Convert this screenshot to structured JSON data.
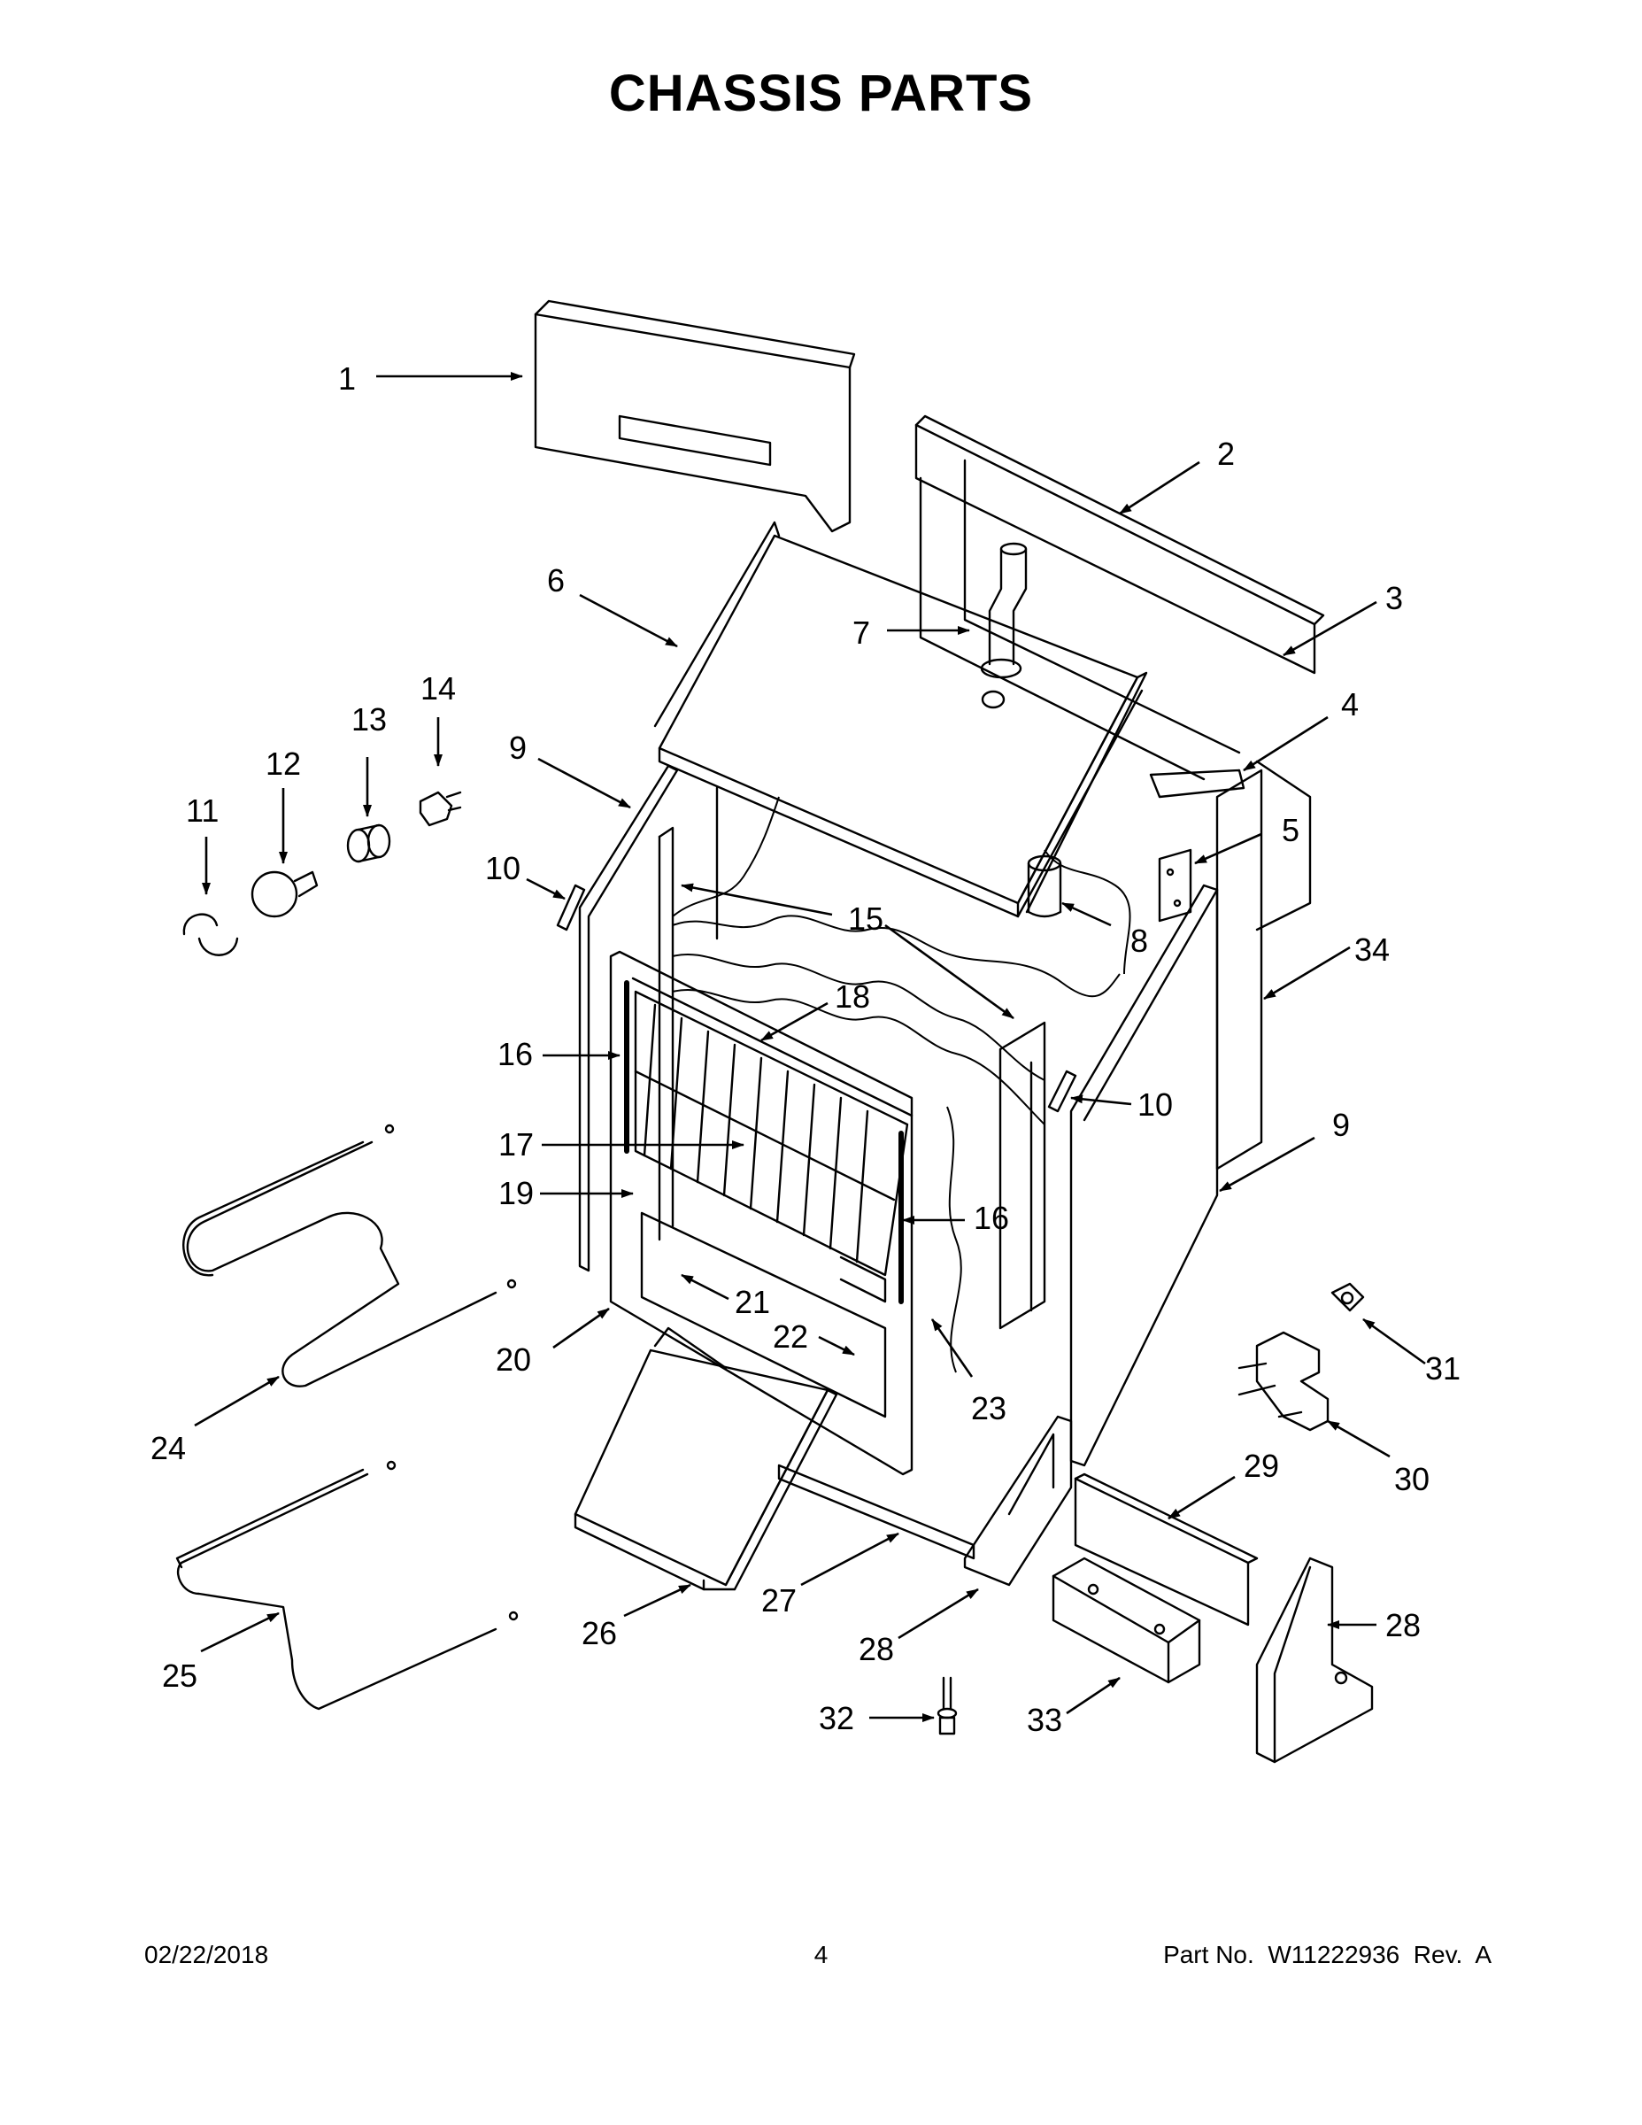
{
  "title": "CHASSIS PARTS",
  "footer": {
    "date": "02/22/2018",
    "page": "4",
    "part_no": "Part No.  W11222936  Rev.  A"
  },
  "callouts": [
    {
      "id": "c1",
      "label": "1"
    },
    {
      "id": "c2",
      "label": "2"
    },
    {
      "id": "c3",
      "label": "3"
    },
    {
      "id": "c4",
      "label": "4"
    },
    {
      "id": "c5",
      "label": "5"
    },
    {
      "id": "c6",
      "label": "6"
    },
    {
      "id": "c7",
      "label": "7"
    },
    {
      "id": "c8",
      "label": "8"
    },
    {
      "id": "c9a",
      "label": "9"
    },
    {
      "id": "c9b",
      "label": "9"
    },
    {
      "id": "c10a",
      "label": "10"
    },
    {
      "id": "c10b",
      "label": "10"
    },
    {
      "id": "c11",
      "label": "11"
    },
    {
      "id": "c12",
      "label": "12"
    },
    {
      "id": "c13",
      "label": "13"
    },
    {
      "id": "c14",
      "label": "14"
    },
    {
      "id": "c15",
      "label": "15"
    },
    {
      "id": "c16a",
      "label": "16"
    },
    {
      "id": "c16b",
      "label": "16"
    },
    {
      "id": "c17",
      "label": "17"
    },
    {
      "id": "c18",
      "label": "18"
    },
    {
      "id": "c19",
      "label": "19"
    },
    {
      "id": "c20",
      "label": "20"
    },
    {
      "id": "c21",
      "label": "21"
    },
    {
      "id": "c22",
      "label": "22"
    },
    {
      "id": "c23",
      "label": "23"
    },
    {
      "id": "c24",
      "label": "24"
    },
    {
      "id": "c25",
      "label": "25"
    },
    {
      "id": "c26",
      "label": "26"
    },
    {
      "id": "c27",
      "label": "27"
    },
    {
      "id": "c28a",
      "label": "28"
    },
    {
      "id": "c28b",
      "label": "28"
    },
    {
      "id": "c29",
      "label": "29"
    },
    {
      "id": "c30",
      "label": "30"
    },
    {
      "id": "c31",
      "label": "31"
    },
    {
      "id": "c32",
      "label": "32"
    },
    {
      "id": "c33",
      "label": "33"
    },
    {
      "id": "c34",
      "label": "34"
    }
  ]
}
